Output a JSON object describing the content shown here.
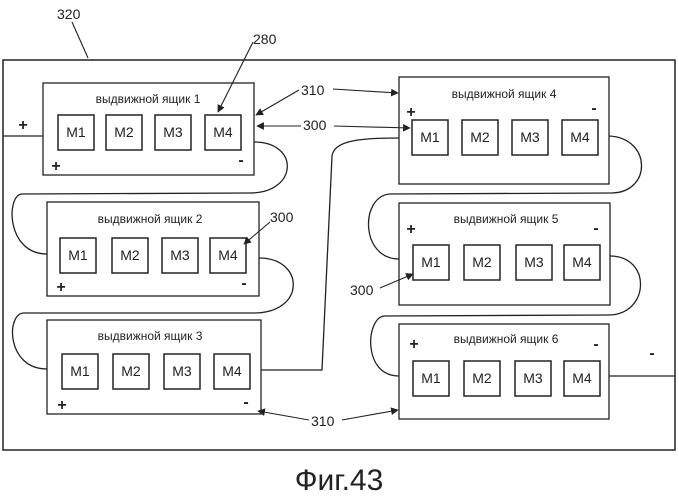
{
  "figure": {
    "caption": "Фиг.43",
    "refs": {
      "enclosure": "320",
      "module_a": "280",
      "module_b": "300",
      "drawer_link": "310"
    },
    "polarity": {
      "plus": "+",
      "minus": "-"
    },
    "drawers": [
      {
        "title": "выдвижной ящик 1",
        "modules": [
          "M1",
          "M2",
          "M3",
          "M4"
        ]
      },
      {
        "title": "выдвижной ящик 2",
        "modules": [
          "M1",
          "M2",
          "M3",
          "M4"
        ]
      },
      {
        "title": "выдвижной ящик 3",
        "modules": [
          "M1",
          "M2",
          "M3",
          "M4"
        ]
      },
      {
        "title": "выдвижной ящик 4",
        "modules": [
          "M1",
          "M2",
          "M3",
          "M4"
        ]
      },
      {
        "title": "выдвижной ящик 5",
        "modules": [
          "M1",
          "M2",
          "M3",
          "M4"
        ]
      },
      {
        "title": "выдвижной ящик 6",
        "modules": [
          "M1",
          "M2",
          "M3",
          "M4"
        ]
      }
    ]
  }
}
